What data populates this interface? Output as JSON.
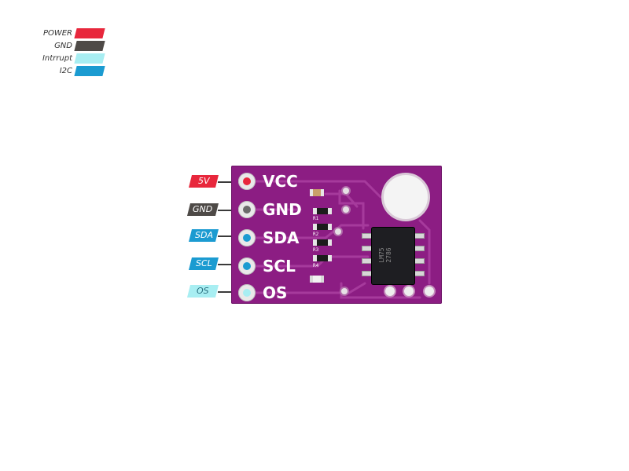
{
  "legend": [
    {
      "label": "POWER",
      "color": "#e8273c"
    },
    {
      "label": "GND",
      "color": "#4e4a47"
    },
    {
      "label": "Intrrupt",
      "color": "#a8eef2"
    },
    {
      "label": "I2C",
      "color": "#1b9bd1"
    }
  ],
  "pins": [
    {
      "tag": "5V",
      "silk": "VCC",
      "color": "#e8273c",
      "text_color": "#ffffff",
      "hole_color": "#e8273c"
    },
    {
      "tag": "GND",
      "silk": "GND",
      "color": "#4e4a47",
      "text_color": "#ffffff",
      "hole_color": "#6b6b6b"
    },
    {
      "tag": "SDA",
      "silk": "SDA",
      "color": "#1b9bd1",
      "text_color": "#ffffff",
      "hole_color": "#1b9bd1"
    },
    {
      "tag": "SCL",
      "silk": "SCL",
      "color": "#1b9bd1",
      "text_color": "#ffffff",
      "hole_color": "#1b9bd1"
    },
    {
      "tag": "OS",
      "silk": "OS",
      "color": "#a8eef2",
      "text_color": "#2a6f80",
      "hole_color": "#a8eef2"
    }
  ],
  "board": {
    "chip_marking": [
      "LM75",
      "2786"
    ],
    "smd_labels": [
      "R1",
      "R2",
      "R3",
      "R4"
    ]
  }
}
